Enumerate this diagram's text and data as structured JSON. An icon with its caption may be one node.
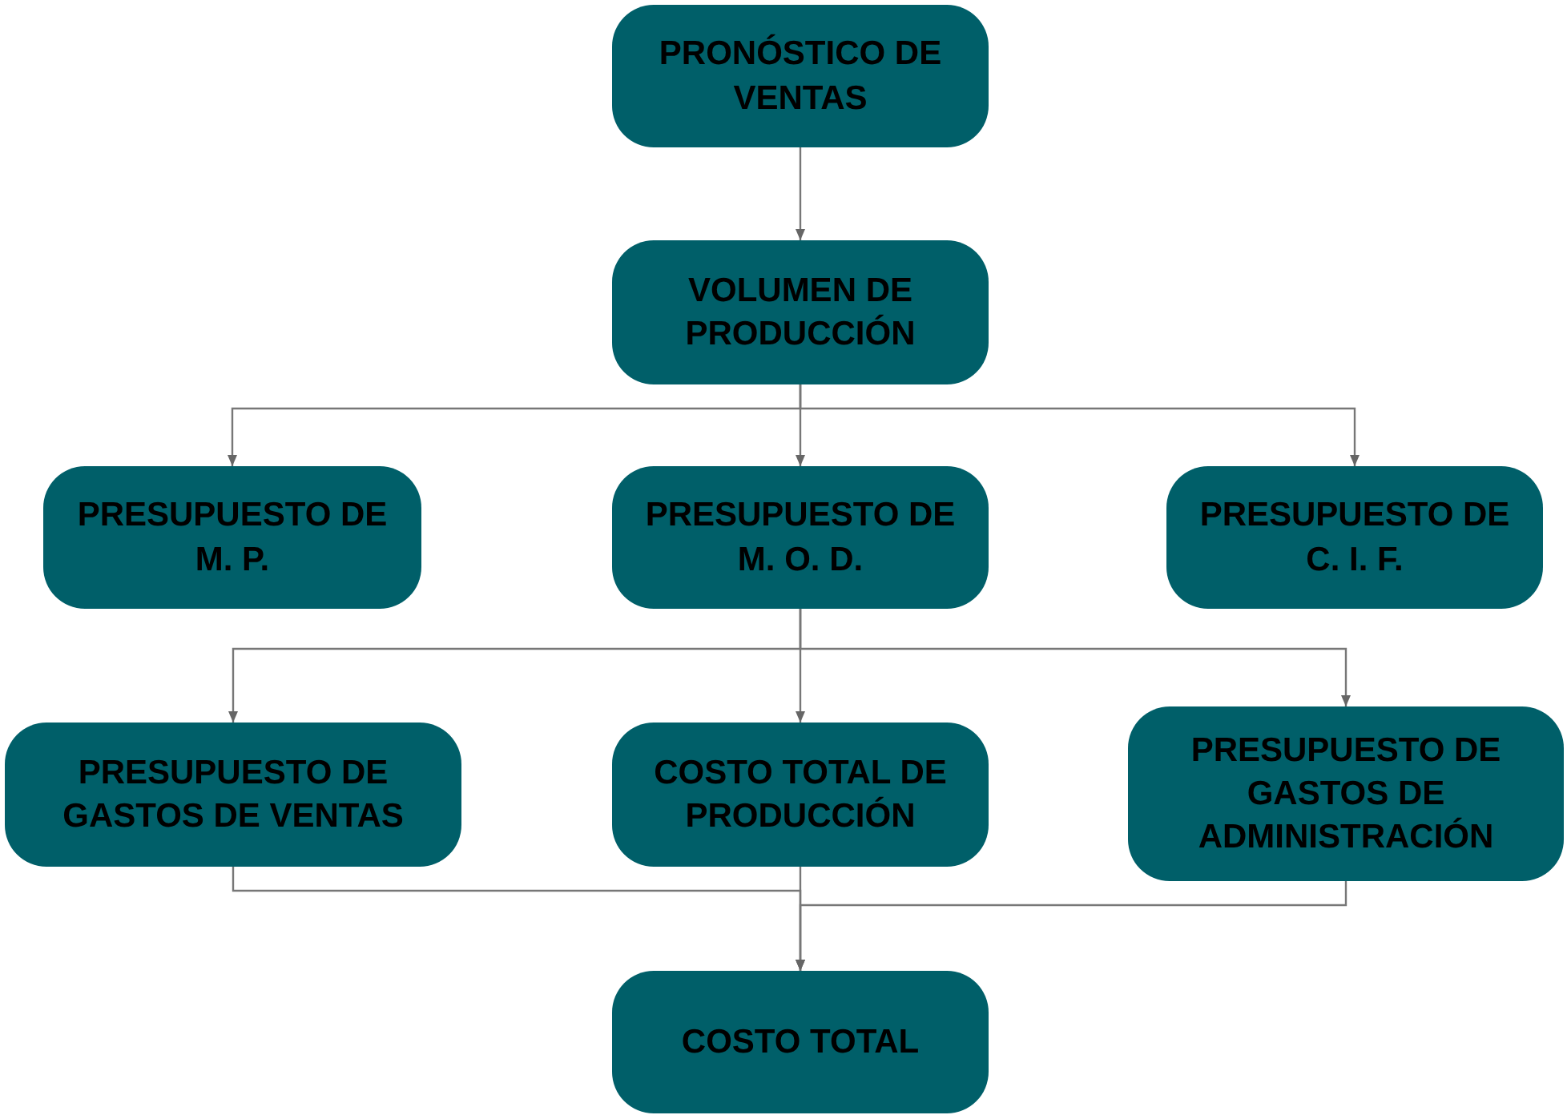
{
  "diagram": {
    "nodes": [
      {
        "text": [
          "PRONÓSTICO DE VENTAS"
        ]
      },
      {
        "text": [
          "VOLUMEN DE PRODUCCIÓN"
        ]
      },
      {
        "text": [
          "PRESUPUESTO DE M. P."
        ]
      },
      {
        "text": [
          "PRESUPUESTO DE M. O. D."
        ]
      },
      {
        "text": [
          "PRESUPUESTO DE C. I. F."
        ]
      },
      {
        "text": [
          "PRESUPUESTO DE GASTOS DE VENTAS"
        ]
      },
      {
        "text": [
          "COSTO TOTAL DE PRODUCCIÓN"
        ]
      },
      {
        "text": [
          "PRESUPUESTO DE GASTOS DE ADMINISTRACIÓN"
        ]
      },
      {
        "text": [
          "COSTO TOTAL"
        ]
      }
    ],
    "edges": [
      {
        "from": 0,
        "to": 1,
        "arrow": "to"
      },
      {
        "from": 1,
        "to": 2,
        "arrow": "to"
      },
      {
        "from": 1,
        "to": 3,
        "arrow": "to"
      },
      {
        "from": 1,
        "to": 4,
        "arrow": "to"
      },
      {
        "from": 3,
        "to": 5,
        "arrow": "to"
      },
      {
        "from": 3,
        "to": 6,
        "arrow": "to"
      },
      {
        "from": 3,
        "to": 7,
        "arrow": "to"
      },
      {
        "from": 5,
        "to": 8,
        "arrow": "to"
      },
      {
        "from": 6,
        "to": 8,
        "arrow": "to"
      },
      {
        "from": 7,
        "to": 8,
        "arrow": "to"
      }
    ]
  }
}
